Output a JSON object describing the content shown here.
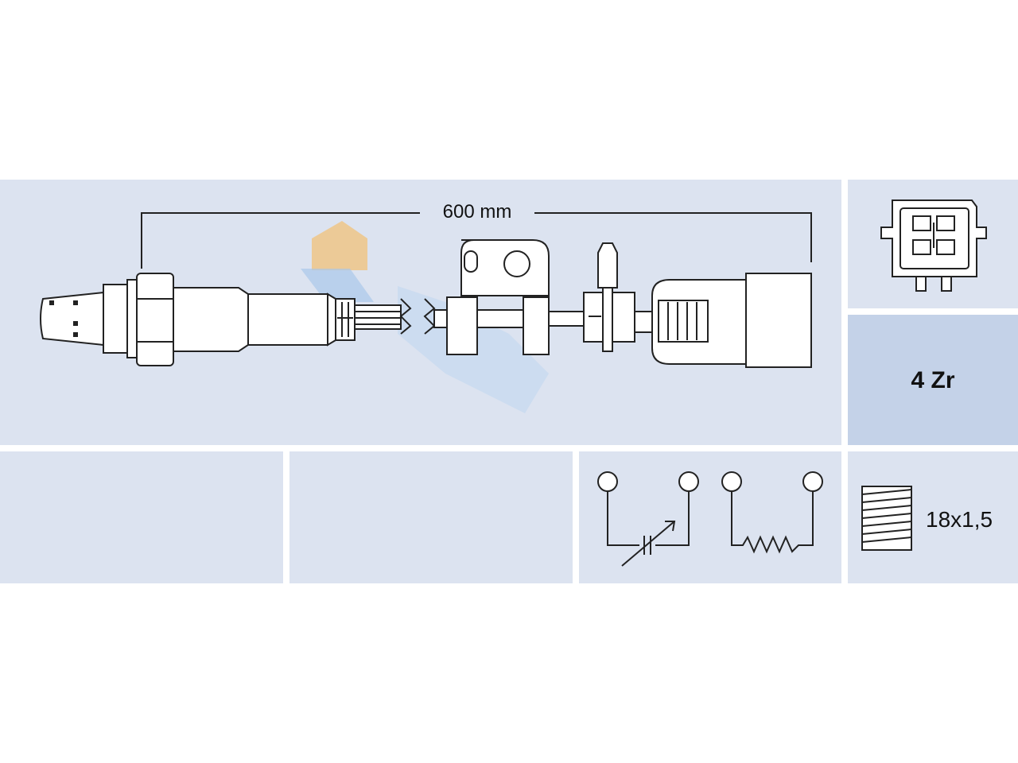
{
  "dimension": {
    "length_label": "600 mm"
  },
  "connector": {
    "wire_type_label": "4 Zr"
  },
  "thread": {
    "size_label": "18x1,5"
  },
  "icons": {
    "sensor": "oxygen-sensor-icon",
    "connector": "four-pin-connector-icon",
    "circuit": "sensor-heater-circuit-icon",
    "thread": "thread-icon",
    "logo": "fae-watermark-logo"
  },
  "colors": {
    "panel": "#dce3f0",
    "panel_highlight": "#c4d2e8",
    "line": "#222222",
    "logo_orange": "#f2c27a",
    "logo_blue": "#a9c8ea"
  }
}
